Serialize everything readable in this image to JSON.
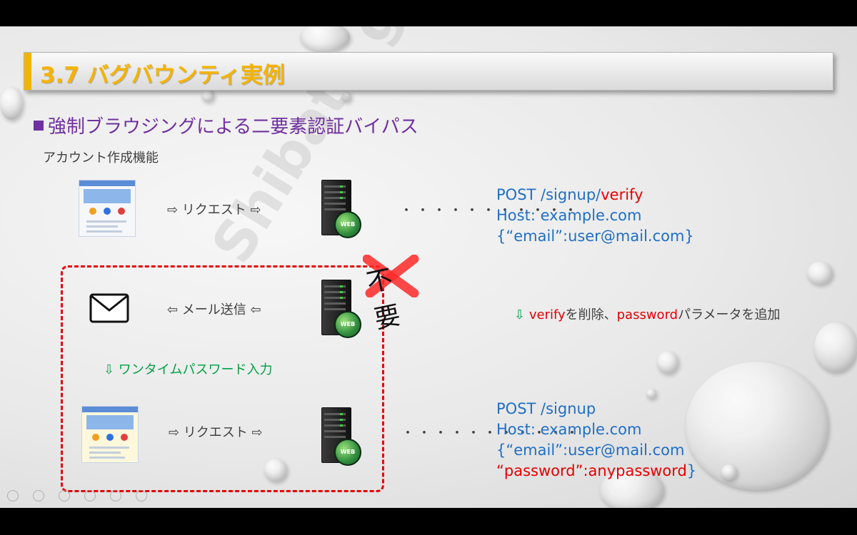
{
  "slide": {
    "title": "3.7 バグバウンティ実例",
    "bullet": "強制ブラウジングによる二要素認証バイパス",
    "section_label": "アカウント作成機能",
    "watermark": "Shibata ga nai",
    "stamp": "不要"
  },
  "flow": {
    "request_label_1": "⇨ リクエスト ⇨",
    "mail_label": "⇦ メール送信 ⇦",
    "otp_label": "⇩ ワンタイムパスワード入力",
    "request_label_2": "⇨ リクエスト ⇨",
    "dots": "・・・・・・・・・・・"
  },
  "request1": {
    "line1_prefix": "POST /signup/",
    "line1_highlight": "verify",
    "line2": "Host: example.com",
    "line3": "{“email”:user@mail.com}"
  },
  "note": {
    "arrow": "⇩ ",
    "part1": "verify",
    "part2": "を削除、",
    "part3": "password",
    "part4": "パラメータを追加"
  },
  "request2": {
    "line1": "POST /signup",
    "line2": "Host: example.com",
    "line3": "{“email”:user@mail.com",
    "line4_highlight": " “password”:anypassword",
    "line4_suffix": "}"
  },
  "icons": {
    "server": "web-server-icon",
    "globe_label": "WEB",
    "envelope": "envelope-icon",
    "browser": "browser-window-icon"
  },
  "colors": {
    "title_accent": "#f5b300",
    "bullet": "#7030a0",
    "code_blue": "#1f6fc6",
    "highlight_red": "#e60000",
    "green": "#00a046"
  }
}
